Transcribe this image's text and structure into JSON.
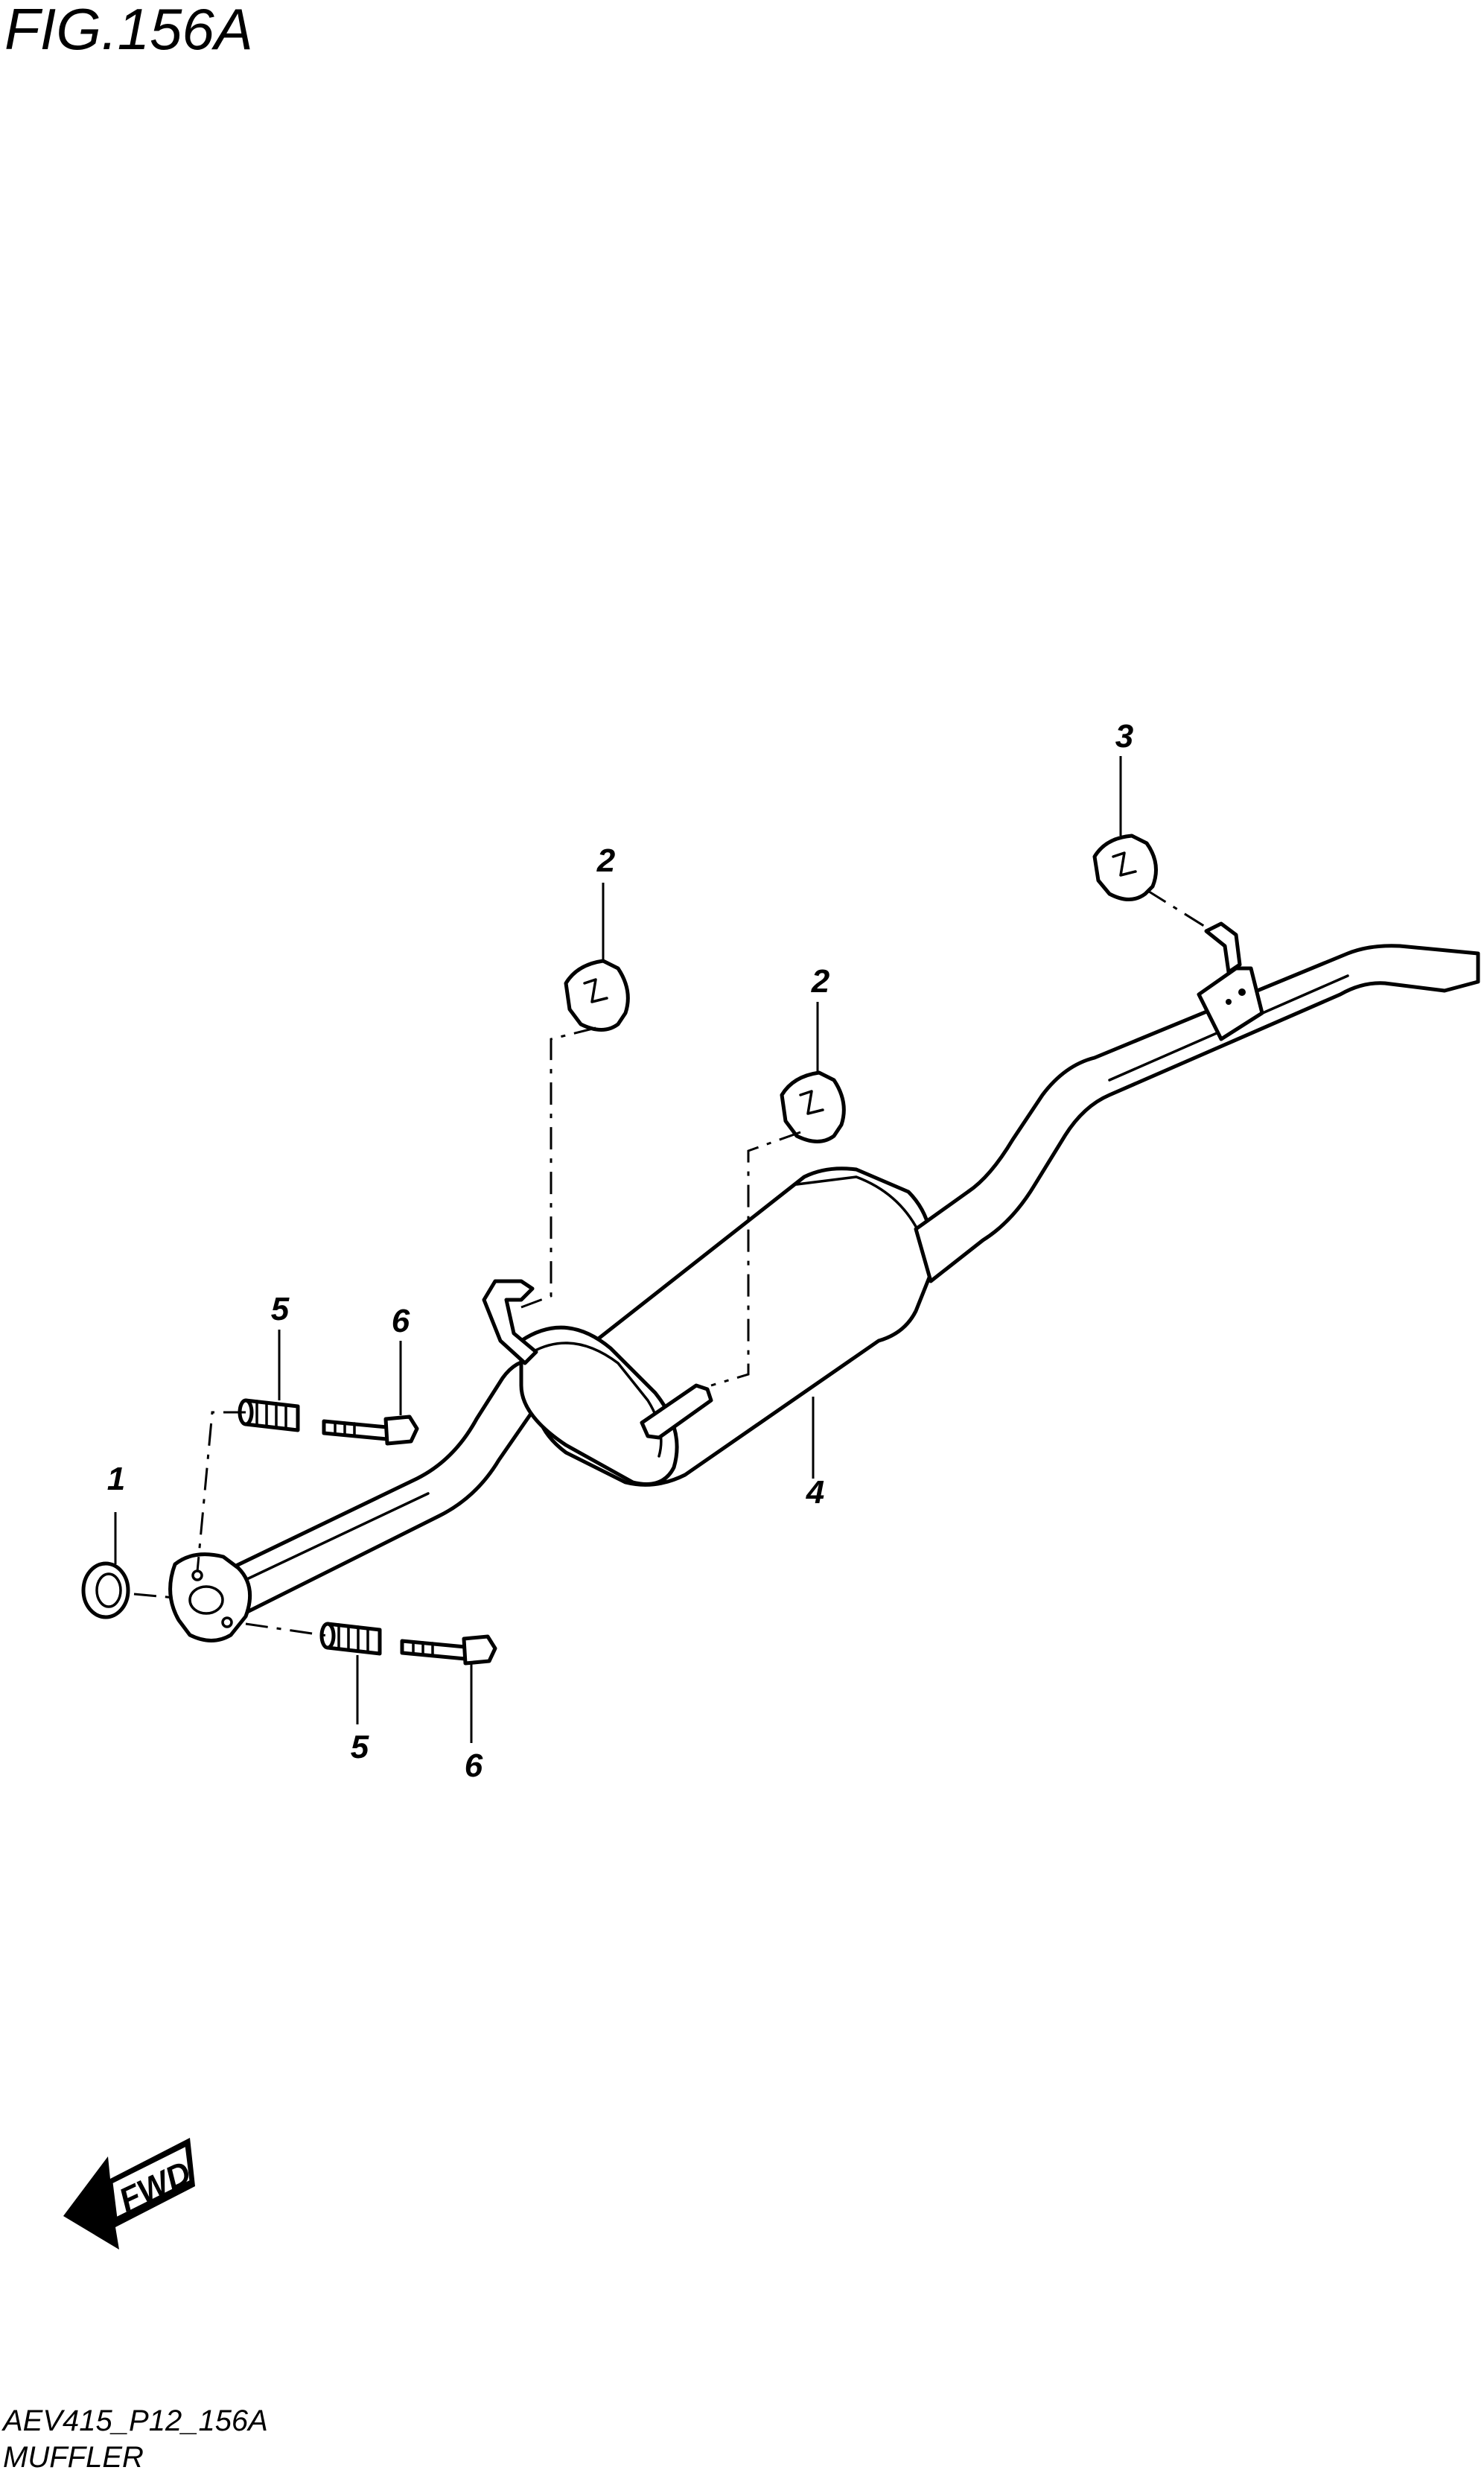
{
  "figure": {
    "title": "FIG.156A",
    "code": "AEV415_P12_156A",
    "name": "MUFFLER",
    "direction_label": "FWD"
  },
  "callouts": [
    {
      "id": "c1",
      "label": "1"
    },
    {
      "id": "c2a",
      "label": "2"
    },
    {
      "id": "c2b",
      "label": "2"
    },
    {
      "id": "c3",
      "label": "3"
    },
    {
      "id": "c4",
      "label": "4"
    },
    {
      "id": "c5a",
      "label": "5"
    },
    {
      "id": "c5b",
      "label": "5"
    },
    {
      "id": "c6a",
      "label": "6"
    },
    {
      "id": "c6b",
      "label": "6"
    }
  ]
}
